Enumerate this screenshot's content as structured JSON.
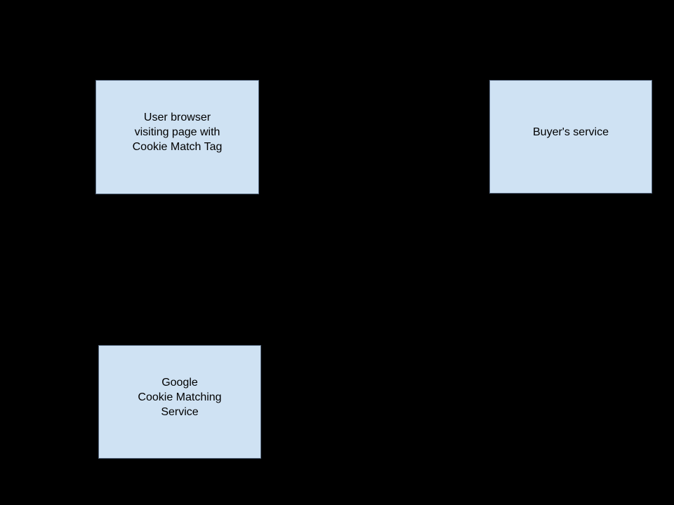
{
  "page": {
    "background": "#000000"
  },
  "colors": {
    "node_fill": "#cfe2f3",
    "node_border": "#56687f",
    "node_text": "#000000"
  },
  "nodes": [
    {
      "id": "user-browser",
      "label": "User browser\nvisiting page with\nCookie Match Tag"
    },
    {
      "id": "buyers-service",
      "label": "Buyer's service"
    },
    {
      "id": "google-cookie-matching-service",
      "label": "Google\nCookie Matching\nService"
    }
  ]
}
